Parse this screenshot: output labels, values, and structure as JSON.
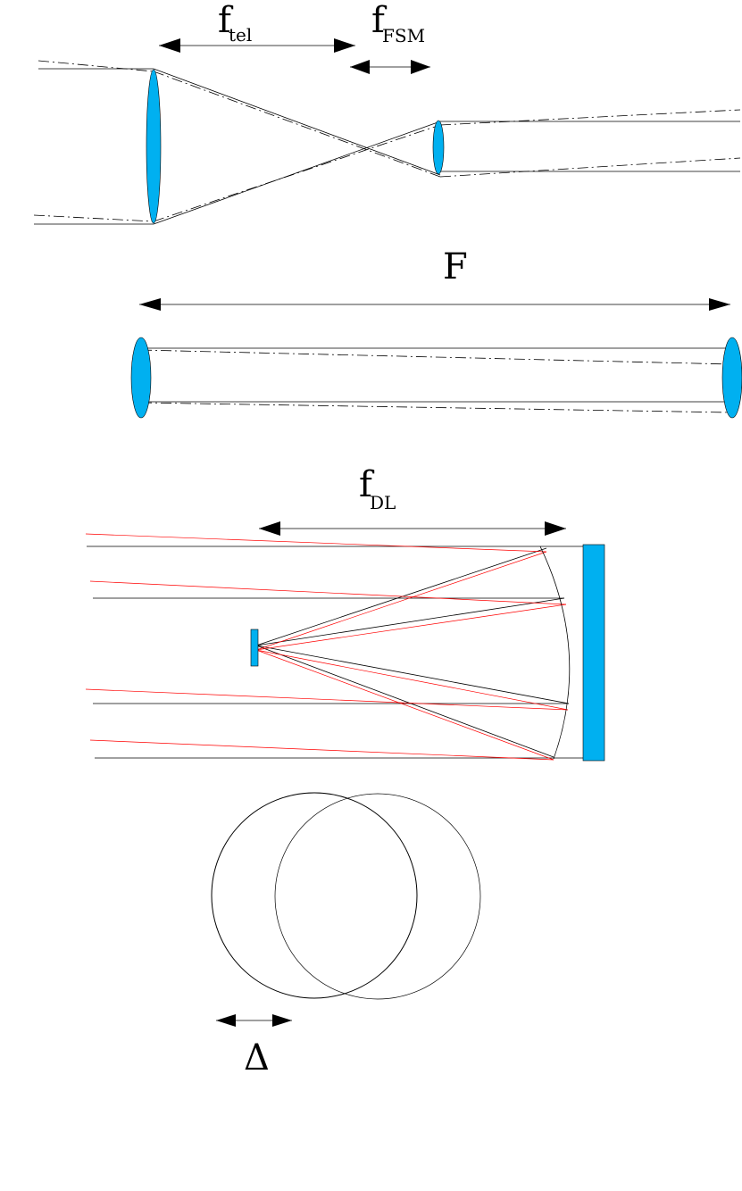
{
  "colors": {
    "optic_fill": "#00b0f0",
    "ray": "#000000",
    "offset_ray": "#ff0000"
  },
  "labels": {
    "f_tel_main": "f",
    "f_tel_sub": "tel",
    "f_fsm_main": "f",
    "f_fsm_sub": "FSM",
    "F": "F",
    "f_dl_main": "f",
    "f_dl_sub": "DL",
    "delta": "Δ"
  }
}
